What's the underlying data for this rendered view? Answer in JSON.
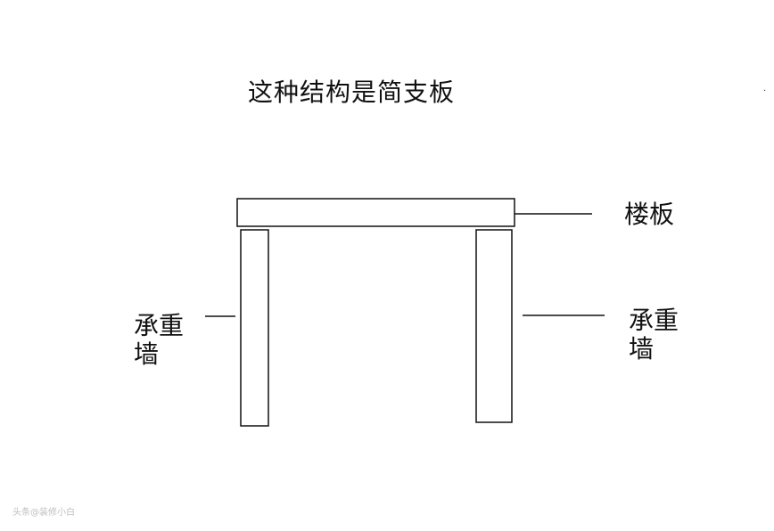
{
  "title": "这种结构是简支板",
  "labels": {
    "slab": "楼板",
    "wall_left": "承重墙",
    "wall_right": "承重墙"
  },
  "watermark": "头条@装修小白",
  "edge_mark": "·",
  "colors": {
    "background": "#ffffff",
    "line": "#111111",
    "watermark": "#bfbfbf"
  }
}
